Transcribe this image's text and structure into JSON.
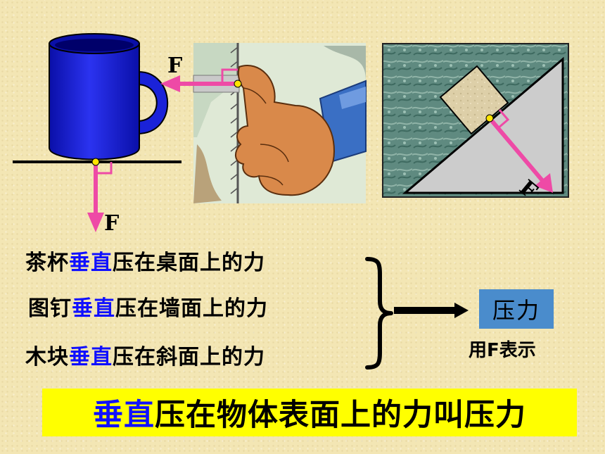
{
  "diagram": {
    "force_symbol": "F",
    "lines": [
      {
        "prefix": "茶杯",
        "highlight": "垂直",
        "suffix": "压在桌面上的力"
      },
      {
        "prefix": "图钉",
        "highlight": "垂直",
        "suffix": "压在墙面上的力"
      },
      {
        "prefix": "木块",
        "highlight": "垂直",
        "suffix": "压在斜面上的力"
      }
    ],
    "result_label": "压力",
    "result_caption": "用F表示",
    "definition": {
      "highlight": "垂直",
      "rest": "压在物体表面上的力叫压力"
    }
  },
  "colors": {
    "highlight_text": "#1010ff",
    "force_arrow": "#ee4aa6",
    "definition_bg": "#ffff00",
    "result_box": "#4a8ccc",
    "cup": "#1a22d8"
  },
  "icons": [
    "cup-icon",
    "thumb-press-icon",
    "incline-block-icon",
    "brace-icon",
    "right-arrow-icon"
  ]
}
